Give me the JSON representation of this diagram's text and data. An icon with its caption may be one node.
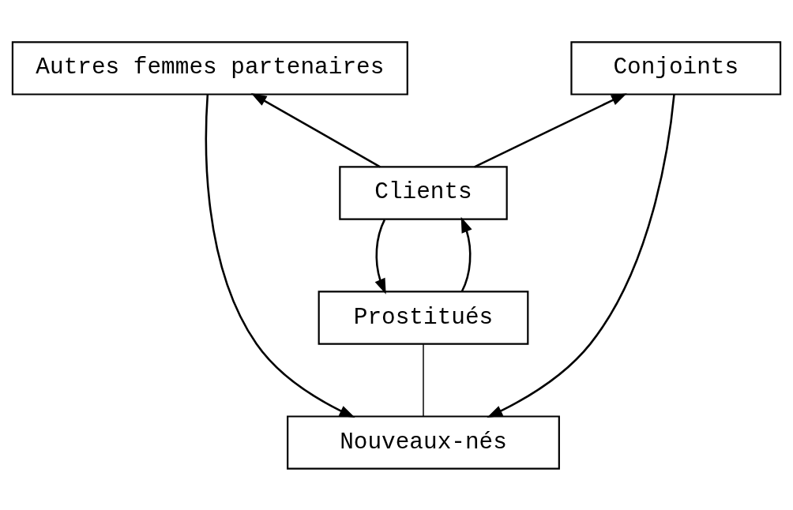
{
  "diagram": {
    "nodes": [
      {
        "text": [
          "Autres femmes partenaires"
        ]
      },
      {
        "text": [
          "Conjoints"
        ]
      },
      {
        "text": [
          "Clients"
        ]
      },
      {
        "text": [
          "Prostitués"
        ]
      },
      {
        "text": [
          "Nouveaux-nés"
        ]
      }
    ],
    "edges": [
      {
        "from": 2,
        "to": 0,
        "arrow": "to"
      },
      {
        "from": 2,
        "to": 1,
        "arrow": "to"
      },
      {
        "from": 2,
        "to": 3,
        "arrow": "to"
      },
      {
        "from": 3,
        "to": 2,
        "arrow": "to"
      },
      {
        "from": 0,
        "to": 4,
        "arrow": "to"
      },
      {
        "from": 1,
        "to": 4,
        "arrow": "to"
      },
      {
        "from": 3,
        "to": 4,
        "arrow": "none"
      }
    ]
  }
}
